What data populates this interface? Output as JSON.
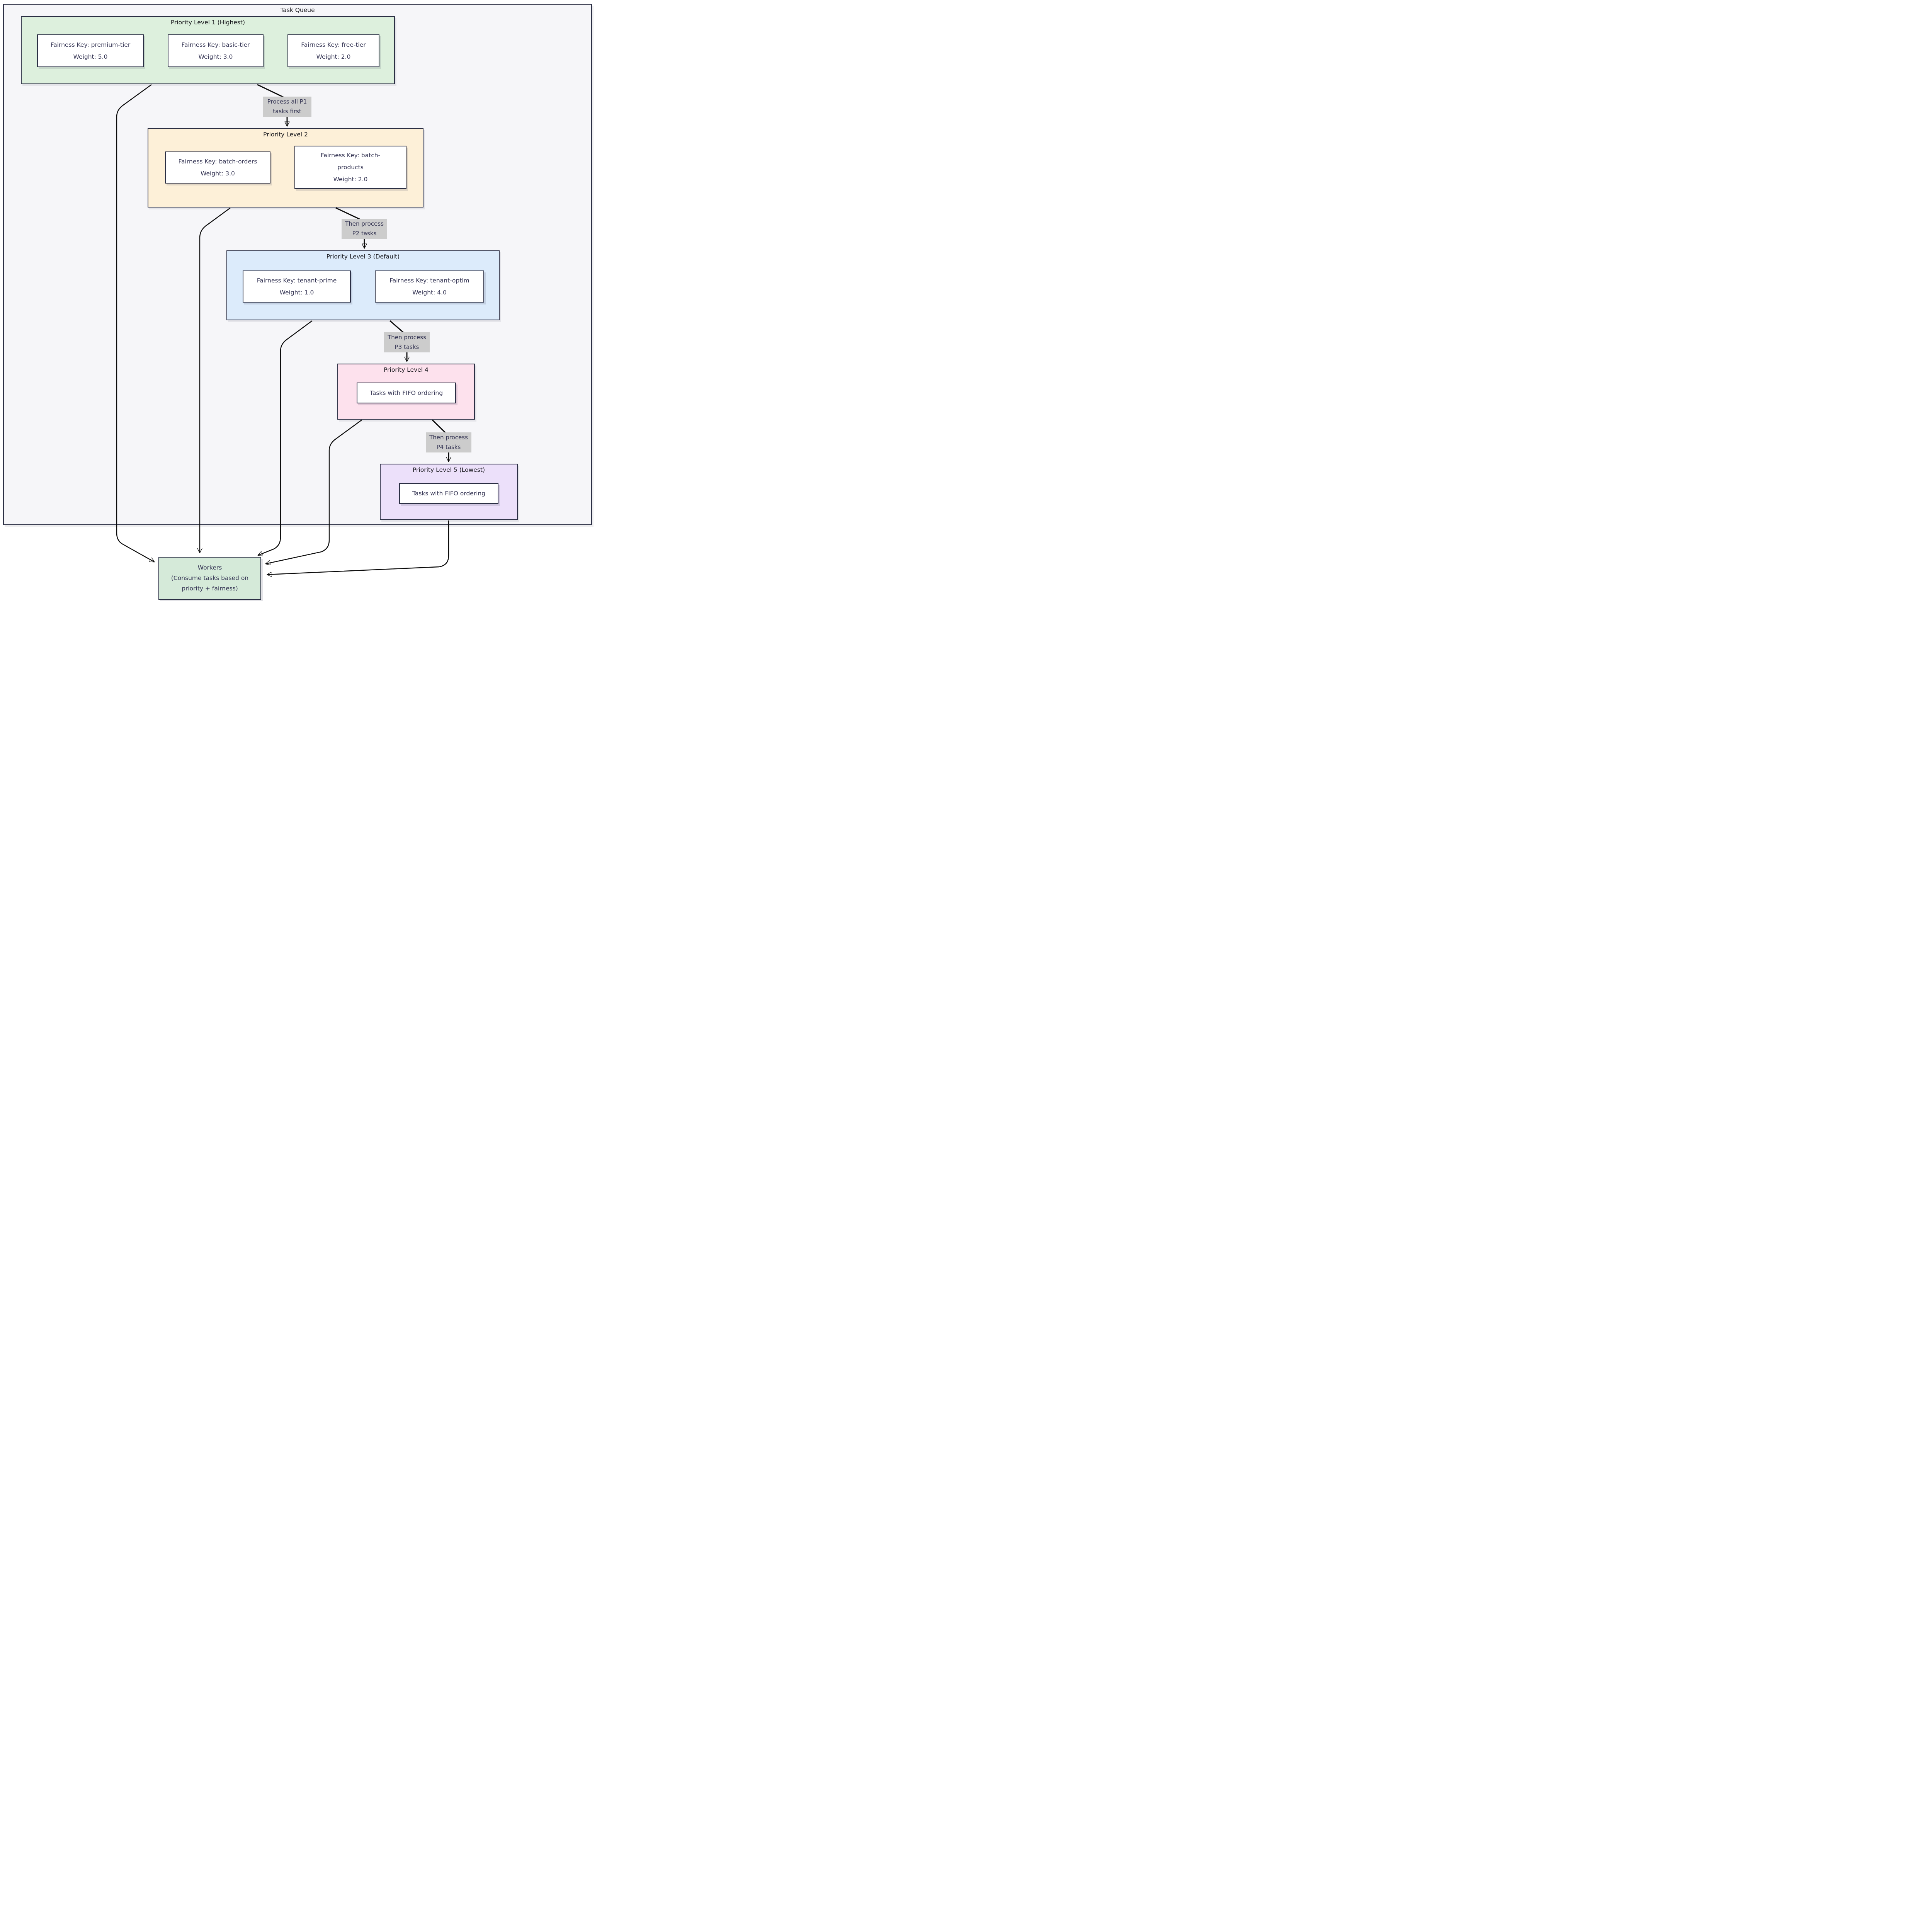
{
  "colors": {
    "border": "#2b2f44",
    "edge": "#0d0d0d",
    "outer_bg": "#f6f6f9",
    "edge_label_bg": "#cccccc",
    "node_text": "#343453",
    "title_text": "#141419",
    "level1_bg": "#ddf0dd",
    "level2_bg": "#fdf0d8",
    "level3_bg": "#dcebfb",
    "level4_bg": "#fde1ed",
    "level5_bg": "#ece0fa",
    "workers_bg": "#d5ead9"
  },
  "diagram": {
    "title": "Task Queue",
    "levels": [
      {
        "title": "Priority Level 1 (Highest)",
        "nodes": [
          {
            "lines": [
              "Fairness Key: premium-tier",
              "Weight: 5.0"
            ]
          },
          {
            "lines": [
              "Fairness Key: basic-tier",
              "Weight: 3.0"
            ]
          },
          {
            "lines": [
              "Fairness Key: free-tier",
              "Weight: 2.0"
            ]
          }
        ]
      },
      {
        "title": "Priority Level 2",
        "nodes": [
          {
            "lines": [
              "Fairness Key: batch-orders",
              "Weight: 3.0"
            ]
          },
          {
            "lines": [
              "Fairness Key: batch-",
              "products",
              "Weight: 2.0"
            ]
          }
        ]
      },
      {
        "title": "Priority Level 3 (Default)",
        "nodes": [
          {
            "lines": [
              "Fairness Key: tenant-prime",
              "Weight: 1.0"
            ]
          },
          {
            "lines": [
              "Fairness Key: tenant-optim",
              "Weight: 4.0"
            ]
          }
        ]
      },
      {
        "title": "Priority Level 4",
        "nodes": [
          {
            "lines": [
              "Tasks with FIFO ordering"
            ]
          }
        ]
      },
      {
        "title": "Priority Level 5 (Lowest)",
        "nodes": [
          {
            "lines": [
              "Tasks with FIFO ordering"
            ]
          }
        ]
      }
    ],
    "edge_labels": [
      {
        "lines": [
          "Process all P1",
          "tasks first"
        ]
      },
      {
        "lines": [
          "Then process",
          "P2 tasks"
        ]
      },
      {
        "lines": [
          "Then process",
          "P3 tasks"
        ]
      },
      {
        "lines": [
          "Then process",
          "P4 tasks"
        ]
      }
    ],
    "workers": {
      "lines": [
        "Workers",
        "(Consume tasks based on",
        "priority + fairness)"
      ]
    }
  }
}
